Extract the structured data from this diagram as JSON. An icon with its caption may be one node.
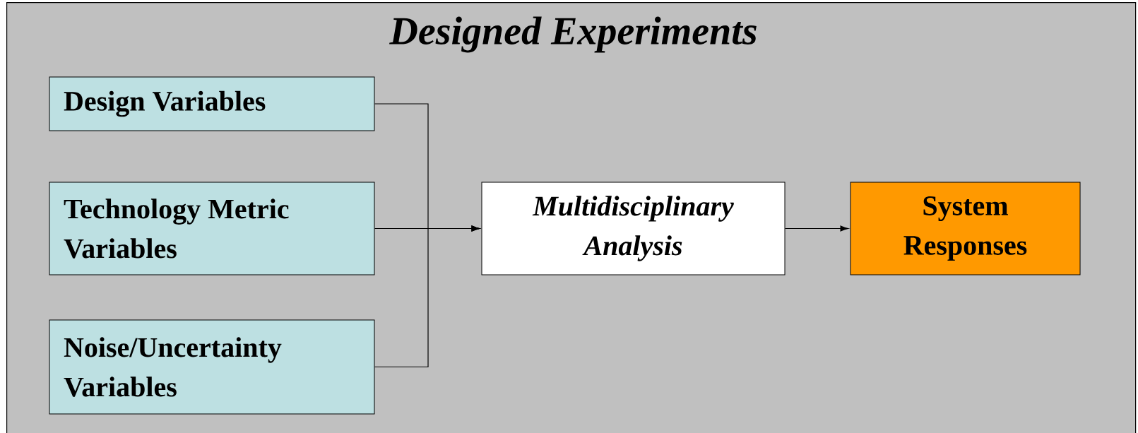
{
  "diagram": {
    "nodes": [
      {
        "text": [
          "Designed Experiments"
        ]
      },
      {
        "text": [
          "Design Variables"
        ],
        "in": 0
      },
      {
        "text": [
          "Technology Metric Variables"
        ],
        "in": 0
      },
      {
        "text": [
          "Noise/Uncertainty Variables"
        ],
        "in": 0
      },
      {
        "text": [
          "Multidisciplinary Analysis"
        ],
        "in": 0
      },
      {
        "text": [
          "System Responses"
        ],
        "in": 0
      }
    ],
    "edges": [
      {
        "from": 1,
        "to": 4,
        "arrow": "to"
      },
      {
        "from": 2,
        "to": 4,
        "arrow": "to"
      },
      {
        "from": 3,
        "to": 4,
        "arrow": "to"
      },
      {
        "from": 4,
        "to": 5,
        "arrow": "to"
      }
    ]
  }
}
